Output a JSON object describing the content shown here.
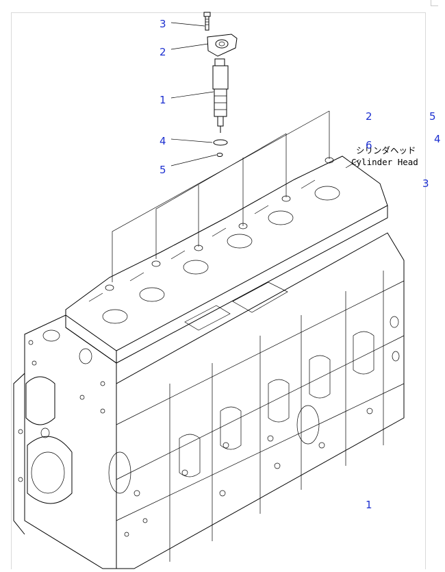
{
  "callouts": [
    {
      "id": "c-3a",
      "label": "3"
    },
    {
      "id": "c-2a",
      "label": "2"
    },
    {
      "id": "c-1a",
      "label": "1"
    },
    {
      "id": "c-4a",
      "label": "4"
    },
    {
      "id": "c-5a",
      "label": "5"
    },
    {
      "id": "c-2b",
      "label": "2"
    },
    {
      "id": "c-5b",
      "label": "5"
    },
    {
      "id": "c-6",
      "label": "6"
    },
    {
      "id": "c-4b",
      "label": "4"
    },
    {
      "id": "c-3b",
      "label": "3"
    },
    {
      "id": "c-1b",
      "label": "1"
    }
  ],
  "note": {
    "japanese": "シリンダヘッド",
    "english": "Cylinder Head"
  }
}
